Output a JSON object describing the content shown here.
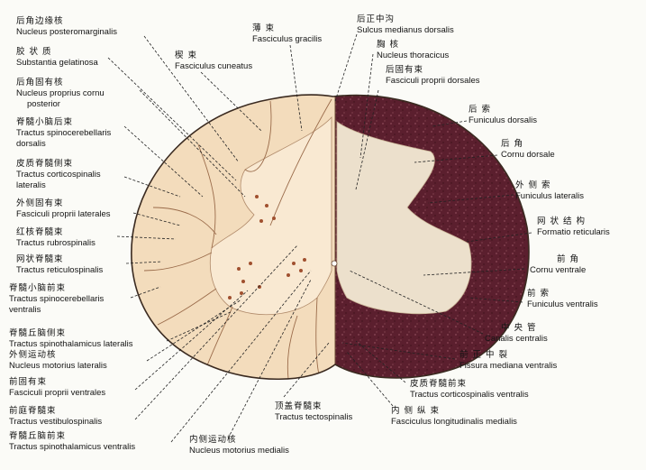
{
  "labels": [
    {
      "id": "nucleus-posteromarginalis",
      "zh": "后角边缘核",
      "la": "Nucleus posteromarginalis"
    },
    {
      "id": "substantia-gelatinosa",
      "zh": "胶 状 质",
      "la": "Substantia gelatinosa"
    },
    {
      "id": "nucleus-proprius-cornu-posterior",
      "zh": "后角固有核",
      "la": "Nucleus proprius cornu",
      "la2": "posterior"
    },
    {
      "id": "tractus-spinocerebellaris-dorsalis",
      "zh": "脊髓小脑后束",
      "la": "Tractus spinocerebellaris",
      "la2": "dorsalis"
    },
    {
      "id": "tractus-corticospinalis-lateralis",
      "zh": "皮质脊髓侧束",
      "la": "Tractus corticospinalis",
      "la2": "lateralis"
    },
    {
      "id": "fasciculi-proprii-laterales",
      "zh": "外侧固有束",
      "la": "Fasciculi proprii laterales"
    },
    {
      "id": "tractus-rubrospinalis",
      "zh": "红核脊髓束",
      "la": "Tractus rubrospinalis"
    },
    {
      "id": "tractus-reticulospinalis",
      "zh": "网状脊髓束",
      "la": "Tractus reticulospinalis"
    },
    {
      "id": "tractus-spinocerebellaris-ventralis",
      "zh": "脊髓小脑前束",
      "la": "Tractus spinocerebellaris",
      "la2": "ventralis"
    },
    {
      "id": "tractus-spinothalamicus-lateralis",
      "zh": "脊髓丘脑侧束",
      "la": "Tractus spinothalamicus lateralis"
    },
    {
      "id": "nucleus-motorius-lateralis",
      "zh": "外侧运动核",
      "la": "Nucleus motorius lateralis"
    },
    {
      "id": "fasciculi-proprii-ventrales",
      "zh": "前固有束",
      "la": "Fasciculi proprii ventrales"
    },
    {
      "id": "tractus-vestibulospinalis",
      "zh": "前庭脊髓束",
      "la": "Tractus vestibulospinalis"
    },
    {
      "id": "tractus-spinothalamicus-ventralis",
      "zh": "脊髓丘脑前束",
      "la": "Tractus spinothalamicus ventralis"
    },
    {
      "id": "nucleus-motorius-medialis",
      "zh": "内侧运动核",
      "la": "Nucleus motorius medialis"
    },
    {
      "id": "tractus-tectospinalis",
      "zh": "顶盖脊髓束",
      "la": "Tractus tectospinalis"
    },
    {
      "id": "fasciculus-longitudinalis-medialis",
      "zh": "内 侧 纵 束",
      "la": "Fasciculus longitudinalis medialis"
    },
    {
      "id": "tractus-corticospinalis-ventralis",
      "zh": "皮质脊髓前束",
      "la": "Tractus corticospinalis ventralis"
    },
    {
      "id": "fissura-mediana-ventralis",
      "zh": "前 正 中 裂",
      "la": "Fissura mediana ventralis"
    },
    {
      "id": "canalis-centralis",
      "zh": "中 央 管",
      "la": "Canalis centralis"
    },
    {
      "id": "funiculus-ventralis",
      "zh": "前  索",
      "la": "Funiculus ventralis"
    },
    {
      "id": "cornu-ventrale",
      "zh": "前  角",
      "la": "Cornu ventrale"
    },
    {
      "id": "formatio-reticularis",
      "zh": "网 状 结 构",
      "la": "Formatio reticularis"
    },
    {
      "id": "funiculus-lateralis",
      "zh": "外 侧  索",
      "la": "Funiculus lateralis"
    },
    {
      "id": "cornu-dorsale",
      "zh": "后  角",
      "la": "Cornu dorsale"
    },
    {
      "id": "funiculus-dorsalis",
      "zh": "后  索",
      "la": "Funiculus dorsalis"
    },
    {
      "id": "fasciculi-proprii-dorsales",
      "zh": "后固有束",
      "la": "Fasciculi proprii dorsales"
    },
    {
      "id": "nucleus-thoracicus",
      "zh": "胸  核",
      "la": "Nucleus thoracicus"
    },
    {
      "id": "sulcus-medianus-dorsalis",
      "zh": "后正中沟",
      "la": "Sulcus medianus dorsalis"
    },
    {
      "id": "fasciculus-gracilis",
      "zh": "薄  束",
      "la": "Fasciculus gracilis"
    },
    {
      "id": "fasciculus-cuneatus",
      "zh": "楔  束",
      "la": "Fasciculus cuneatus"
    }
  ],
  "colors": {
    "white_matter_left": "#f3dcbc",
    "gray_matter_left": "#f9e9d2",
    "stained_white_matter": "#5b1f2e",
    "stained_gray_matter": "#ece0cc",
    "outline": "#3a2a20",
    "leader": "#222222"
  }
}
